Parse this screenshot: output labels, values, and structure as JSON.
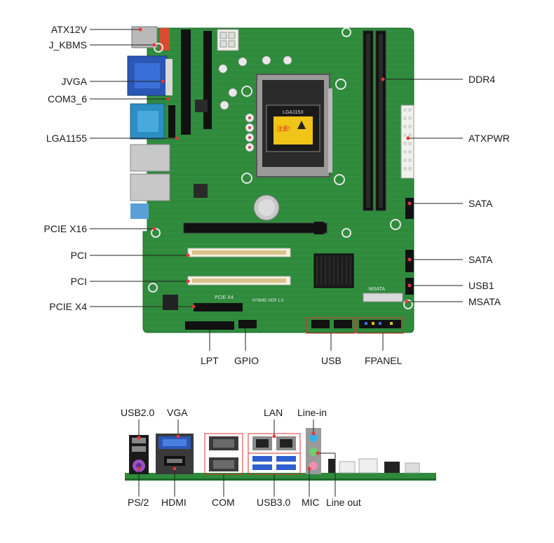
{
  "board_labels": {
    "left": [
      "ATX12V",
      "J_KBMS",
      "JVGA",
      "COM3_6",
      "LGA1155",
      "PCIE X16",
      "PCI",
      "PCI",
      "PCIE X4"
    ],
    "right": [
      "DDR4",
      "ATXPWR",
      "SATA",
      "SATA",
      "USB1",
      "MSATA"
    ],
    "bottom": [
      "LPT",
      "GPIO",
      "USB",
      "FPANEL"
    ]
  },
  "board_printed_text": {
    "cpu_chip": "LGA115X",
    "warning": "注意!",
    "pcie_x4": "PCIE X4",
    "model": "H76MD VER 1.0",
    "msata": "MSATA"
  },
  "io_labels": {
    "top": [
      "USB2.0",
      "VGA",
      "LAN",
      "Line-in"
    ],
    "bottom": [
      "PS/2",
      "HDMI",
      "COM",
      "USB3.0",
      "MIC",
      "Line out"
    ]
  },
  "colors": {
    "pcb": "#2f8a3c",
    "pcb_dark": "#1f6b2b",
    "leader_dot": "#e23a3a",
    "highlight_box": "#e03030"
  }
}
